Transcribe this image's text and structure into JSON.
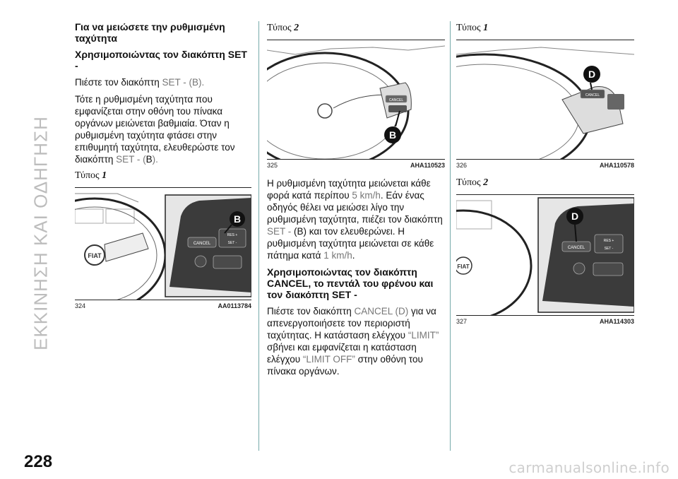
{
  "side_title": "ΕΚΚΙΝΗΣΗ ΚΑΙ ΟΔΗΓΗΣΗ",
  "page_number": "228",
  "watermark": "carmanualsonline.info",
  "col1": {
    "heading": "Για να μειώσετε την ρυθμισμένη ταχύτητα",
    "subheading": "Χρησιμοποιώντας τον διακόπτη SET -",
    "p1_a": "Πιέστε τον διακόπτη ",
    "p1_b": "SET - (B).",
    "p2_a": "Τότε η ρυθμισμένη ταχύτητα που εμφανίζεται στην οθόνη του πίνακα οργάνων μειώνεται βαθμιαία. Όταν η ρυθμισμένη ταχύτητα φτάσει στην επιθυμητή ταχύτητα, ελευθερώστε τον διακόπτη ",
    "p2_b": "SET - (",
    "p2_c": "B",
    "p2_d": ").",
    "type_word": "Τύπος",
    "type_num": "1",
    "fig_num": "324",
    "fig_code": "AA0113784",
    "callout": "B",
    "cancel_label": "CANCEL",
    "res_label": "RES +",
    "set_label": "SET -"
  },
  "col2": {
    "type_word": "Τύπος",
    "type_num": "2",
    "fig_num": "325",
    "fig_code": "AHA110523",
    "callout": "B",
    "cancel_label": "CANCEL",
    "p1_a": "Η ρυθμισμένη ταχύτητα μειώνεται κάθε φορά κατά περίπου ",
    "p1_b": "5 km/h",
    "p1_c": ". Εάν ένας οδηγός θέλει να μειώσει λίγο την ρυθμισμένη ταχύτητα, πιέζει τον διακόπτη ",
    "p1_d": "SET - ",
    "p1_e": "(B) και τον ελευθερώνει. Η ρυθμισμένη ταχύτητα μειώνεται σε κάθε πάτημα κατά ",
    "p1_f": "1 km/h",
    "p1_g": ".",
    "subheading": "Χρησιμοποιώντας τον διακόπτη CANCEL, το πεντάλ του φρένου και τον διακόπτη SET -",
    "p2_a": "Πιέστε τον διακόπτη ",
    "p2_b": "CANCEL (D)",
    "p2_c": " για να απενεργοποιήσετε τον περιοριστή ταχύτητας. Η κατάσταση ελέγχου ",
    "p2_d": "“LIMIT”",
    "p2_e": " σβήνει και εμφανίζεται η κατάσταση ελέγχου ",
    "p2_f": "“LIMIT OFF”",
    "p2_g": " στην οθόνη του πίνακα οργάνων."
  },
  "col3": {
    "type1_word": "Τύπος",
    "type1_num": "1",
    "fig1_num": "326",
    "fig1_code": "AHA110578",
    "callout1": "D",
    "cancel1_label": "CANCEL",
    "type2_word": "Τύπος",
    "type2_num": "2",
    "fig2_num": "327",
    "fig2_code": "AHA114303",
    "callout2": "D",
    "cancel2_label": "CANCEL",
    "res2_label": "RES +",
    "set2_label": "SET -"
  }
}
